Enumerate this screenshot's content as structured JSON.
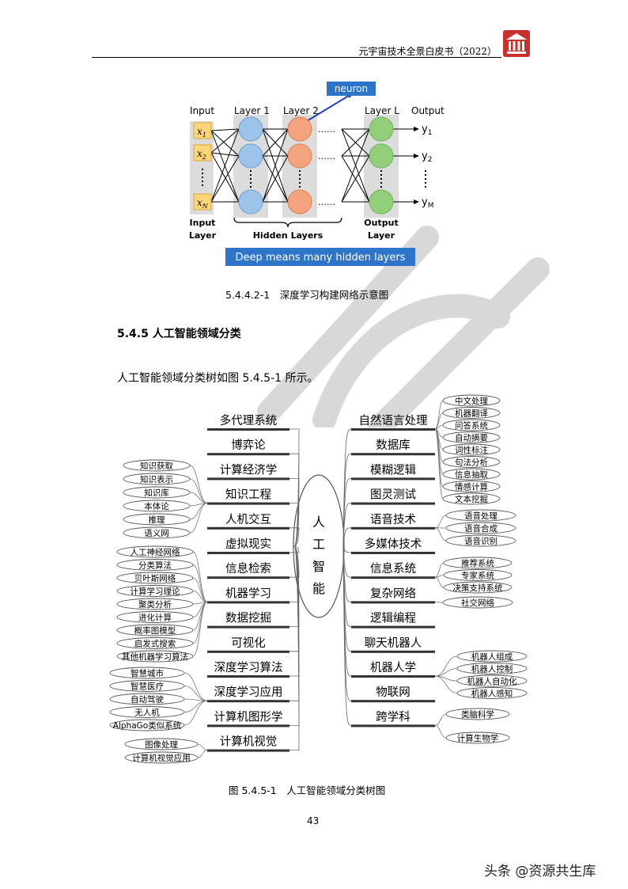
{
  "header": {
    "title": "元宇宙技术全景白皮书（2022）"
  },
  "figure1": {
    "col_input": "Input",
    "col_layer1": "Layer 1",
    "col_layer2": "Layer 2",
    "col_layerL": "Layer L",
    "col_output": "Output",
    "neuron_label": "neuron",
    "x_labels": [
      "x",
      "x",
      "x"
    ],
    "x_subs": [
      "1",
      "2",
      "N"
    ],
    "y_labels": [
      "y",
      "y",
      "y"
    ],
    "y_subs": [
      "1",
      "2",
      "M"
    ],
    "dots": "……",
    "input_layer_1": "Input",
    "input_layer_2": "Layer",
    "hidden_layers": "Hidden Layers",
    "output_layer_1": "Output",
    "output_layer_2": "Layer",
    "banner": "Deep means many hidden layers",
    "caption": "5.4.4.2-1　深度学习构建网络示意图"
  },
  "section": {
    "heading": "5.4.5  人工智能领域分类",
    "paragraph": "人工智能领域分类树如图 5.4.5-1 所示。"
  },
  "tree": {
    "center": [
      "人",
      "工",
      "智",
      "能"
    ],
    "left": [
      "多代理系统",
      "博弈论",
      "计算经济学",
      "知识工程",
      "人机交互",
      "虚拟现实",
      "信息检索",
      "机器学习",
      "数据挖掘",
      "可视化",
      "深度学习算法",
      "深度学习应用",
      "计算机图形学",
      "计算机视觉"
    ],
    "right": [
      "自然语言处理",
      "数据库",
      "模糊逻辑",
      "图灵测试",
      "语音技术",
      "多媒体技术",
      "信息系统",
      "复杂网络",
      "逻辑编程",
      "聊天机器人",
      "机器人学",
      "物联网",
      "跨学科"
    ],
    "knowledge_sub": [
      "知识获取",
      "知识表示",
      "知识库",
      "本体论",
      "推理",
      "语义网"
    ],
    "ml_sub": [
      "人工神经网络",
      "分类算法",
      "贝叶斯网络",
      "计算学习理论",
      "聚类分析",
      "进化计算",
      "概率图模型",
      "启发式搜索",
      "其他机器学习算法"
    ],
    "dl_app_sub": [
      "智慧城市",
      "智慧医疗",
      "自动驾驶",
      "无人机",
      "AlphaGo类似系统"
    ],
    "cv_sub": [
      "图像处理",
      "计算机视觉应用"
    ],
    "nlp_sub": [
      "中文处理",
      "机器翻译",
      "问答系统",
      "自动摘要",
      "词性标注",
      "句法分析",
      "信息抽取",
      "情感计算",
      "文本挖掘"
    ],
    "speech_sub": [
      "语音处理",
      "语音合成",
      "语音识别"
    ],
    "infosys_sub": [
      "推荐系统",
      "专家系统",
      "决策支持系统"
    ],
    "network_sub": [
      "社交网络"
    ],
    "robot_sub": [
      "机器人组成",
      "机器人控制",
      "机器人自动化",
      "机器人感知"
    ],
    "cross_sub": [
      "类脑科学",
      "计算生物学"
    ],
    "caption": "图 5.4.5-1　人工智能领域分类树图"
  },
  "page_number": "43",
  "footer": {
    "text": "头条 @资源共生库"
  },
  "colors": {
    "logo_red": "#c9302c",
    "banner_blue": "#2e74c9",
    "node_blue": "#9cc3e8",
    "node_orange": "#f4a37f",
    "node_green": "#93cf7b",
    "input_yellow": "#fbd57a"
  }
}
